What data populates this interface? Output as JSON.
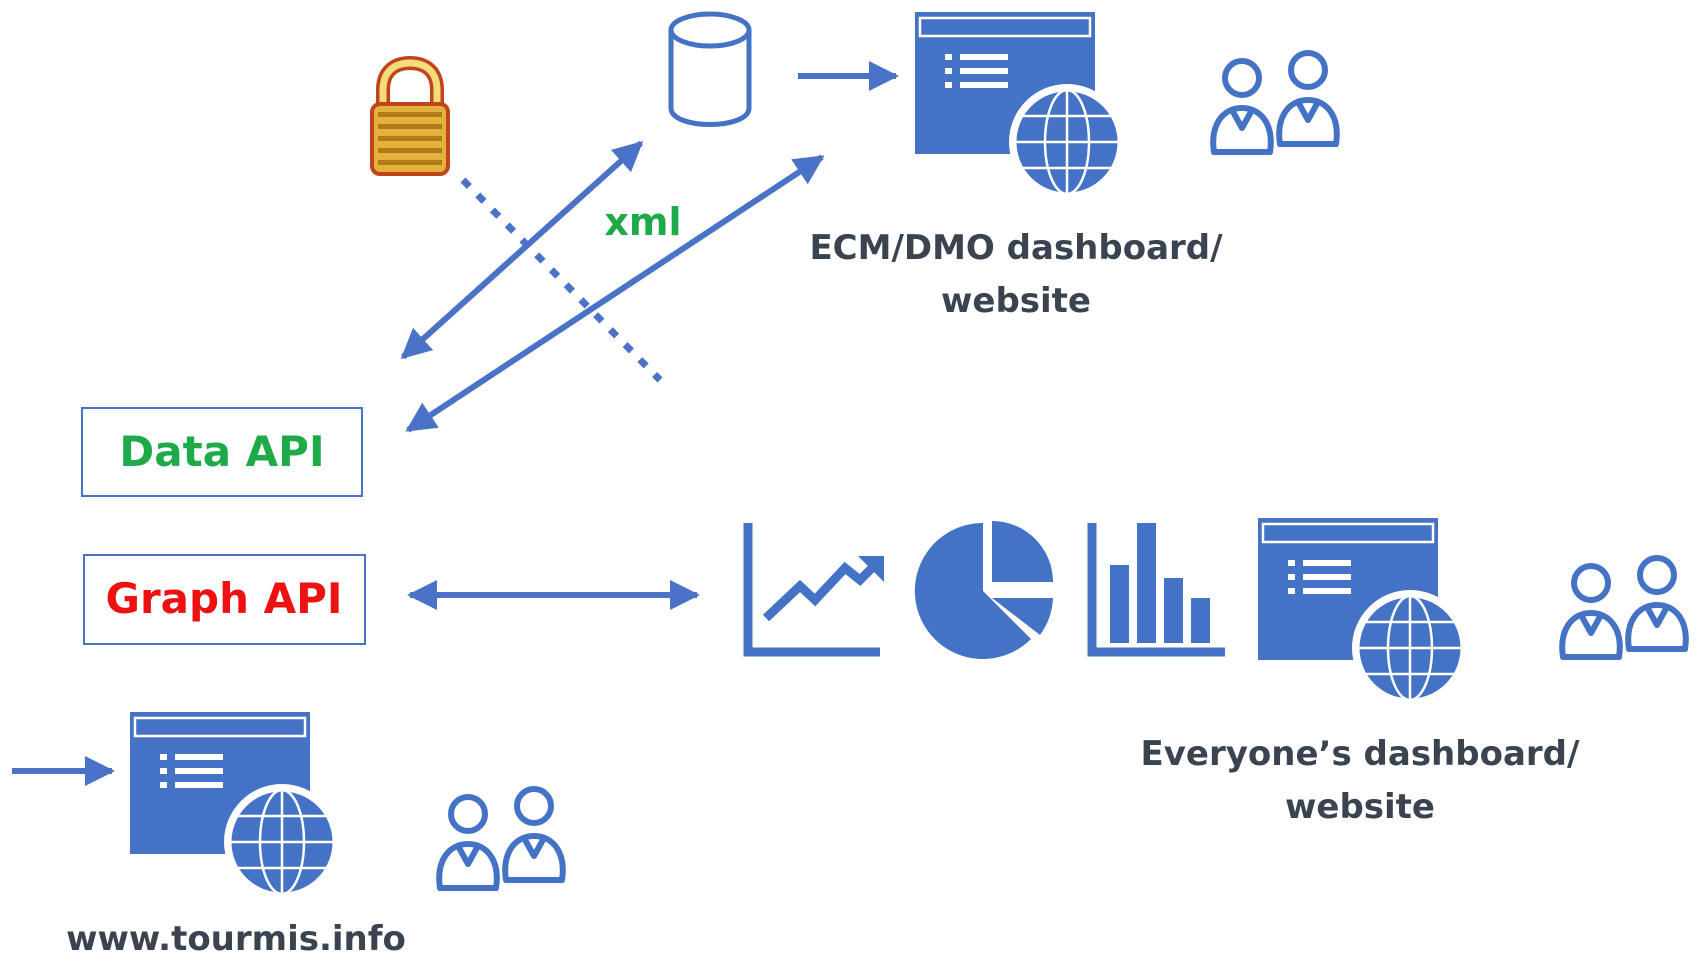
{
  "labels": {
    "xml": "xml",
    "data_api": "Data API",
    "graph_api": "Graph API",
    "ecm_line1": "ECM/DMO dashboard/",
    "ecm_line2": "website",
    "everyone_line1": "Everyone’s dashboard/",
    "everyone_line2": "website",
    "tourmis_url": "www.tourmis.info"
  },
  "colors": {
    "icon_blue": "#4472c4",
    "arrow_blue": "#4a72c6",
    "api_green": "#1faa4a",
    "api_red": "#ee1111",
    "text_dark": "#3a4350",
    "lock_gold": "#e2b23a",
    "lock_outline": "#c0451f"
  },
  "icons": [
    "padlock-icon",
    "database-cylinder-icon",
    "browser-window-globe-icon",
    "users-icon",
    "line-chart-icon",
    "pie-chart-icon",
    "bar-chart-icon"
  ]
}
